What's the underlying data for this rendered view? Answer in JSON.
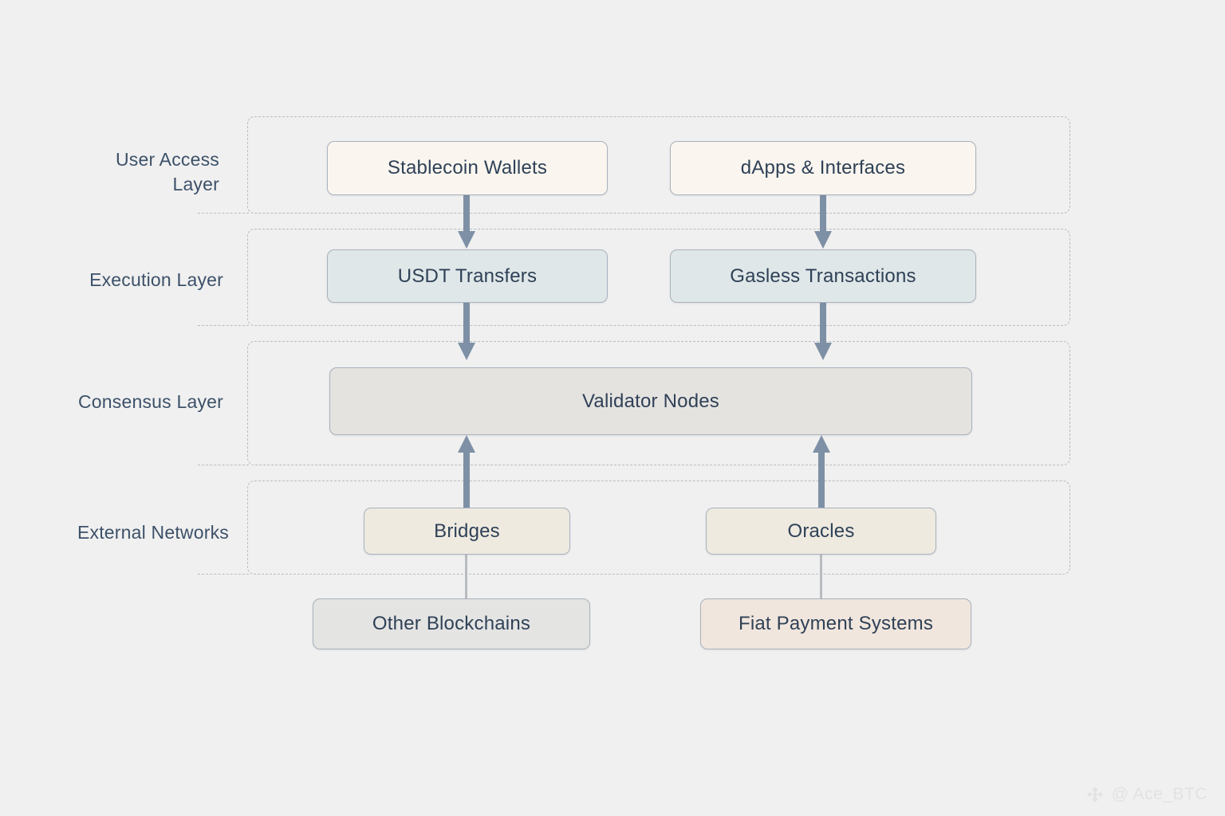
{
  "diagram": {
    "background_color": "#f0f0f0",
    "accent_arrow_color": "#7e90a5",
    "dashed_border_color": "#b9bcc0",
    "text_color": "#2f4157",
    "layers": [
      {
        "id": "user-access",
        "label": "User Access\nLayer"
      },
      {
        "id": "execution",
        "label": "Execution Layer"
      },
      {
        "id": "consensus",
        "label": "Consensus Layer"
      },
      {
        "id": "external",
        "label": "External Networks"
      }
    ],
    "nodes": {
      "stablecoin_wallets": {
        "label": "Stablecoin Wallets",
        "fill": "#faf6ef"
      },
      "dapps_interfaces": {
        "label": "dApps & Interfaces",
        "fill": "#faf6ef"
      },
      "usdt_transfers": {
        "label": "USDT Transfers",
        "fill": "#dfe7e8"
      },
      "gasless_transactions": {
        "label": "Gasless Transactions",
        "fill": "#dfe7e8"
      },
      "validator_nodes": {
        "label": "Validator Nodes",
        "fill": "#e5e3e0"
      },
      "bridges": {
        "label": "Bridges",
        "fill": "#eeeae0"
      },
      "oracles": {
        "label": "Oracles",
        "fill": "#eeeae0"
      },
      "other_blockchains": {
        "label": "Other Blockchains",
        "fill": "#e4e4e3"
      },
      "fiat_payment_systems": {
        "label": "Fiat Payment Systems",
        "fill": "#f1e6dd"
      }
    },
    "connections": [
      {
        "from": "stablecoin_wallets",
        "to": "usdt_transfers",
        "style": "arrow-down"
      },
      {
        "from": "dapps_interfaces",
        "to": "gasless_transactions",
        "style": "arrow-down"
      },
      {
        "from": "usdt_transfers",
        "to": "validator_nodes",
        "style": "arrow-down"
      },
      {
        "from": "gasless_transactions",
        "to": "validator_nodes",
        "style": "arrow-down"
      },
      {
        "from": "bridges",
        "to": "validator_nodes",
        "style": "arrow-up"
      },
      {
        "from": "oracles",
        "to": "validator_nodes",
        "style": "arrow-up"
      },
      {
        "from": "bridges",
        "to": "other_blockchains",
        "style": "line"
      },
      {
        "from": "oracles",
        "to": "fiat_payment_systems",
        "style": "line"
      }
    ]
  },
  "watermark": {
    "handle": "@ Ace_BTC",
    "icon": "diamond-logo-icon"
  }
}
